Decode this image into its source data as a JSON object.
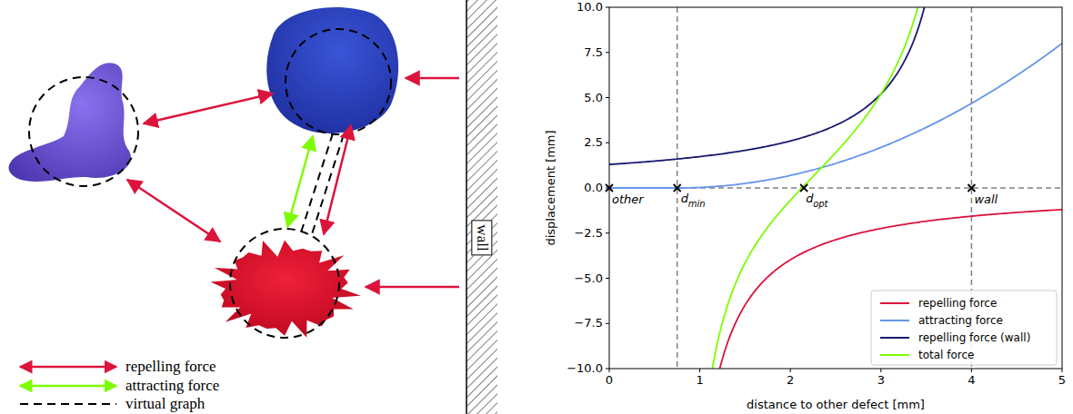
{
  "diagram": {
    "nodes": [
      {
        "text": [
          "wall"
        ]
      }
    ],
    "labels": [
      "10.0",
      "7.5",
      "5.0",
      "2.5",
      "0.0",
      "−2.5",
      "−5.0",
      "−7.5",
      "−10.0",
      "0",
      "1",
      "2",
      "3",
      "4",
      "5",
      "distance to other defect [mm]",
      "displacement [mm]",
      "other",
      "d",
      "min",
      "d",
      "opt",
      "wall"
    ],
    "legend": [
      {
        "text": "repelling force",
        "color": "#dc143c"
      },
      {
        "text": "attracting force",
        "color": "#7cfc00"
      },
      {
        "text": "virtual graph",
        "color": "#000000"
      },
      {
        "text": "repelling force",
        "color": "#dc143c"
      },
      {
        "text": "attracting force",
        "color": "#6495ed"
      },
      {
        "text": "repelling force (wall)",
        "color": "#191970"
      },
      {
        "text": "total force",
        "color": "#7cfc00"
      }
    ]
  }
}
